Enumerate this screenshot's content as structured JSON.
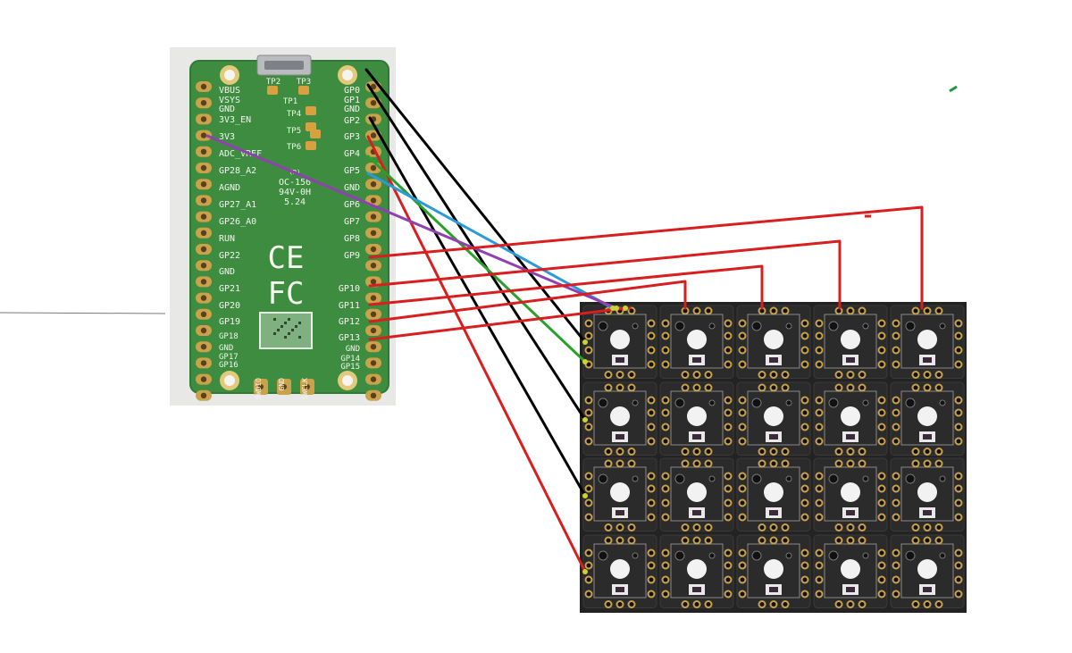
{
  "pico": {
    "test_points": [
      "TP2",
      "TP3",
      "TP1",
      "TP4",
      "TP5",
      "TP6"
    ],
    "left_pins": [
      "VBUS",
      "VSYS",
      "GND",
      "3V3_EN",
      "3V3",
      "ADC_VREF",
      "GP28_A2",
      "AGND",
      "GP27_A1",
      "GP26_A0",
      "RUN",
      "GP22",
      "GND",
      "GP21",
      "GP20",
      "GP19",
      "GP18",
      "GND",
      "GP17",
      "GP16"
    ],
    "right_pins": [
      "GP0",
      "GP1",
      "GND",
      "GP2",
      "GP3",
      "GP4",
      "GP5",
      "GND",
      "GP6",
      "GP7",
      "GP8",
      "GP9",
      "GP10",
      "GP11",
      "GP12",
      "GP13",
      "GND",
      "GP14",
      "GP15"
    ],
    "bottom_pins": [
      "SWDIO",
      "GND",
      "SWCLK"
    ],
    "logo_text": [
      "OC-156",
      "94V-0H",
      "5.24"
    ],
    "marks": [
      "CE",
      "FC"
    ]
  },
  "matrix": {
    "rows": 4,
    "cols": 5
  },
  "wires": [
    {
      "from": "GP0",
      "to": "row-1",
      "color": "#000000"
    },
    {
      "from": "GP1",
      "to": "row-2",
      "color": "#000000"
    },
    {
      "from": "GP2",
      "to": "row-3",
      "color": "#000000"
    },
    {
      "from": "GP3",
      "to": "row-4",
      "color": "#d81e1e"
    },
    {
      "from": "GP4",
      "to": "data-in",
      "color": "#2aa02a"
    },
    {
      "from": "GP5",
      "to": "led-power",
      "color": "#2a9ad8"
    },
    {
      "from": "3V3",
      "to": "led-power",
      "color": "#9040b0"
    },
    {
      "from": "GP9",
      "to": "col-5",
      "color": "#d81e1e"
    },
    {
      "from": "GP10",
      "to": "col-4",
      "color": "#d81e1e"
    },
    {
      "from": "GP11",
      "to": "col-3",
      "color": "#d81e1e"
    },
    {
      "from": "GP12",
      "to": "col-2",
      "color": "#d81e1e"
    },
    {
      "from": "GP13",
      "to": "col-1",
      "color": "#d81e1e"
    }
  ],
  "colors": {
    "board": "#3d8c3f",
    "board_edge": "#2f7a35",
    "pad_gold": "#c9a24a",
    "module": "#2b2b2b",
    "module_edge": "#1a1a1a",
    "background_photo": "#e6e6e6"
  }
}
